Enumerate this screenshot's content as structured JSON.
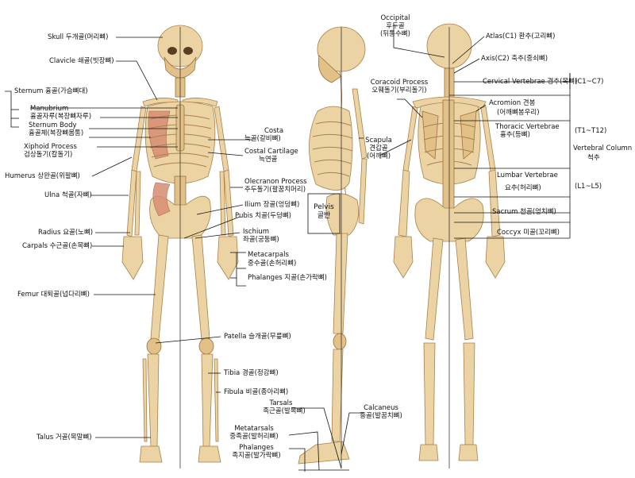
{
  "labels": {
    "skull": "Skull 두개골(머리뼈)",
    "clavicle": "Clavicle 쇄골(빗장뼈)",
    "sternum": "Sternum 흉골(가슴뼈대)",
    "manubrium_en": "Manubrium",
    "manubrium_ko": "흉골자루(복장뼈자루)",
    "sternum_body_en": "Sternum Body",
    "sternum_body_ko": "흉골체(복장뼈몸통)",
    "xiphoid_en": "Xiphoid Process",
    "xiphoid_ko": "검상돌기(칼돌기)",
    "humerus": "Humerus 상완골(위팔뼈)",
    "ulna": "Ulna 척골(자뼈)",
    "radius": "Radius 요골(노뼈)",
    "carpals": "Carpals 수근골(손목뼈)",
    "femur": "Femur 대퇴골(넙다리뼈)",
    "talus": "Talus 거골(목말뼈)",
    "costa_en": "Costa",
    "costa_ko": "늑골(갈비뼈)",
    "costal_cart_en": "Costal Cartilage",
    "costal_cart_ko": "늑연골",
    "olecranon_en": "Olecranon Process",
    "olecranon_ko": "주두돌기(팔꿈치머리)",
    "ilium": "Ilium 장골(엉덩뼈)",
    "pubis": "Pubis 치골(두덩뼈)",
    "ischium_en": "Ischium",
    "ischium_ko": "좌골(궁둥뼈)",
    "metacarpals_en": "Metacarpals",
    "metacarpals_ko": "중수골(손허리뼈)",
    "phalanges_hand": "Phalanges 지골(손가락뼈)",
    "patella": "Patella 슬개골(무릎뼈)",
    "tibia": "Tibia 경골(정강뼈)",
    "fibula": "Fibula 비골(종아리뼈)",
    "tarsals_en": "Tarsals",
    "tarsals_ko": "족근골(발목뼈)",
    "metatarsals_en": "Metatarsals",
    "metatarsals_ko": "중족골(발허리뼈)",
    "phalanges_foot_en": "Phalanges",
    "phalanges_foot_ko": "족지골(발가락뼈)",
    "calcaneus_en": "Calcaneus",
    "calcaneus_ko": "종골(발꿈치뼈)",
    "pelvis_en": "Pelvis",
    "pelvis_ko": "골반",
    "coracoid_en": "Coracoid Process",
    "coracoid_ko": "오훼돌기(부리돌기)",
    "scapula_en": "Scapula",
    "scapula_ko1": "견갑골",
    "scapula_ko2": "(어깨뼈)",
    "occipital_en": "Occipital",
    "occipital_ko1": "후두골",
    "occipital_ko2": "(뒤통수뼈)",
    "atlas": "Atlas(C1) 환추(고리뼈)",
    "axis": "Axis(C2) 축추(중쇠뼈)",
    "cervical": "Cervical Vertebrae 경추(목뼈)",
    "cervical_range": "(C1~C7)",
    "acromion_en": "Acromion 견봉",
    "acromion_ko": "(어깨뼈봉우리)",
    "thoracic_en": "Thoracic Vertebrae",
    "thoracic_ko": "흉추(등뼈)",
    "thoracic_range": "(T1~T12)",
    "vertebral_en": "Vertebral Column",
    "vertebral_ko": "척추",
    "lumbar_en": "Lumbar Vertebrae",
    "lumbar_ko": "요추(허리뼈)",
    "lumbar_range": "(L1~L5)",
    "sacrum": "Sacrum  천골(엉치뼈)",
    "coccyx": "Coccyx 미골(꼬리뼈)"
  },
  "colors": {
    "bone": "#ecd3a3",
    "bone_shadow": "#e2c189",
    "muscle": "#d78d72",
    "line": "#111111"
  }
}
